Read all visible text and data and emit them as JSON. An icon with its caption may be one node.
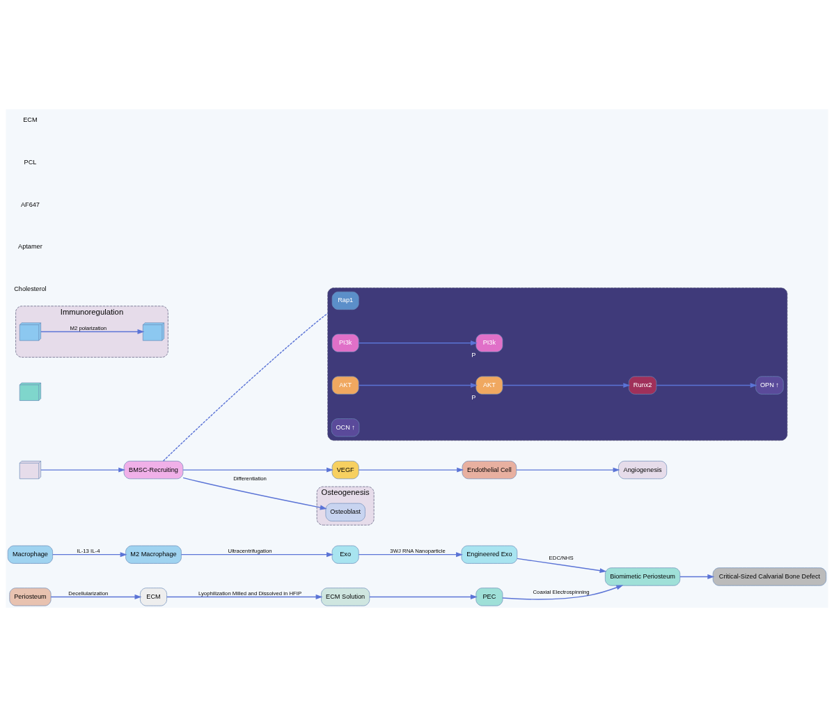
{
  "diagram": {
    "nodes": [
      {
        "text": [
          "Macrophage"
        ]
      },
      {
        "text": [
          "M2 Macrophage"
        ]
      },
      {
        "text": [
          "Exo"
        ]
      },
      {
        "text": [
          "Engineered Exo"
        ]
      },
      {
        "text": [
          "Periosteum"
        ]
      },
      {
        "text": [
          "ECM"
        ]
      },
      {
        "text": [
          "ECM Solution"
        ]
      },
      {
        "text": [
          "PEC"
        ]
      },
      {
        "text": [
          "Biomimetic Periosteum"
        ]
      },
      {
        "text": [
          "Critical-Sized Calvarial Bone Defect"
        ]
      },
      {
        "text": [],
        "shape": "picture"
      },
      {
        "text": [
          "Rap1"
        ],
        "in": 10
      },
      {
        "text": [
          "PI3k"
        ],
        "in": 10
      },
      {
        "text": [
          "PI3k"
        ],
        "beside": [
          "P"
        ],
        "in": 10
      },
      {
        "text": [
          "AKT"
        ],
        "in": 10
      },
      {
        "text": [
          "AKT"
        ],
        "beside": [
          "P"
        ],
        "in": 10
      },
      {
        "text": [
          "Runx2"
        ],
        "in": 10
      },
      {
        "text": [
          "OCN ↑"
        ],
        "in": 10
      },
      {
        "text": [
          "OPN ↑"
        ],
        "in": 10
      },
      {
        "text": [],
        "shape": "picture"
      },
      {
        "text": [
          "BMSC-Recruiting"
        ]
      },
      {
        "text": [
          "VEGF"
        ]
      },
      {
        "text": [
          "Endothelial Cell"
        ]
      },
      {
        "text": [
          "Osteoblast"
        ],
        "in": 26
      },
      {
        "text": [
          "Immunoregulation"
        ]
      },
      {
        "text": [
          "Angiogenesis"
        ]
      },
      {
        "text": [
          "Osteogenesis"
        ]
      },
      {
        "text": [],
        "shape": "picture",
        "in": 24
      },
      {
        "text": [],
        "shape": "picture",
        "in": 24
      },
      {
        "text": [],
        "shape": "picture"
      }
    ],
    "edges": [
      {
        "from": 0,
        "to": 1,
        "arrow": "to",
        "label": "IL-13 IL-4"
      },
      {
        "from": 1,
        "to": 2,
        "arrow": "to",
        "label": "Ultracentrifugation"
      },
      {
        "from": 2,
        "to": 3,
        "arrow": "to",
        "label": "3WJ RNA Nanoparticle"
      },
      {
        "from": 4,
        "to": 5,
        "arrow": "to",
        "label": "Decellularization"
      },
      {
        "from": 5,
        "to": 6,
        "arrow": "to",
        "label": "Lyophilization Milled and Dissolved in HFIP"
      },
      {
        "from": 6,
        "to": 7,
        "arrow": "to"
      },
      {
        "from": 3,
        "to": 8,
        "arrow": "to",
        "label": "EDC/NHS"
      },
      {
        "from": 7,
        "to": 8,
        "arrow": "to",
        "label": "Coaxial Electrospinning"
      },
      {
        "from": 8,
        "to": 9,
        "arrow": "to"
      },
      {
        "from": 12,
        "to": 13,
        "arrow": "to"
      },
      {
        "from": 14,
        "to": 15,
        "arrow": "to"
      },
      {
        "from": 15,
        "to": 16,
        "arrow": "to"
      },
      {
        "from": 16,
        "to": 18,
        "arrow": "to"
      },
      {
        "from": 20,
        "to": 10,
        "arrow": "none",
        "style": "dashed"
      },
      {
        "from": 29,
        "to": 20,
        "arrow": "to"
      },
      {
        "from": 20,
        "to": 21,
        "arrow": "to"
      },
      {
        "from": 21,
        "to": 22,
        "arrow": "to"
      },
      {
        "from": 22,
        "to": 25,
        "arrow": "to"
      },
      {
        "from": 20,
        "to": 23,
        "arrow": "to",
        "label": "Differentiation"
      },
      {
        "from": 27,
        "to": 28,
        "arrow": "to",
        "label": "M2 polarization"
      }
    ],
    "labels": [
      "Cholesterol",
      "Aptamer",
      "AF647",
      "PCL",
      "ECM"
    ]
  }
}
